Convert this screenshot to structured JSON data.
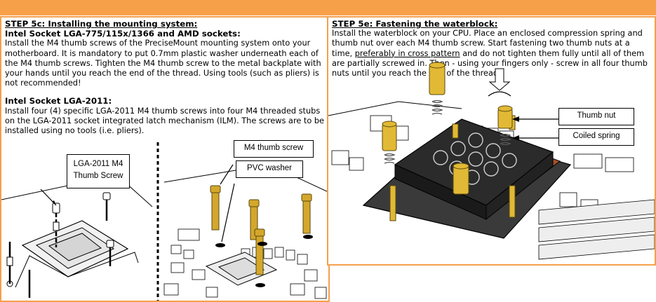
{
  "left": {
    "step_title": "STEP 5c: Installing the mounting system:",
    "subhead1": "Intel Socket LGA-775/115x/1366 and AMD sockets:",
    "para1": "Install the M4 thumb screws of the PreciseMount mounting system onto your motherboard. It is mandatory to put 0.7mm plastic washer underneath each of the M4 thumb screws. Tighten the M4 thumb screw to the metal backplate with your hands until you reach the end of the thread. Using tools (such as pliers) is not recommended!",
    "subhead2": "Intel Socket LGA-2011:",
    "para2": "Install four (4) specific LGA-2011 M4 thumb screws into four M4 threaded stubs on the LGA-2011 socket integrated latch mechanism (ILM). The screws are to be installed using no tools (i.e. pliers).",
    "callouts": {
      "lga2011_line1": "LGA-2011 M4",
      "lga2011_line2": "Thumb Screw",
      "m4_thumb_screw": "M4 thumb screw",
      "pvc_washer": "PVC washer"
    }
  },
  "right": {
    "step_title": "STEP 5e: Fastening the waterblock:",
    "para_a": "Install the waterblock on your CPU. Place an enclosed compression spring and thumb nut over each M4 thumb screw. Start fastening two thumb nuts at a time, ",
    "para_underlined": "preferably in cross pattern",
    "para_b": " and do not tighten them fully until all of them are partially screwed in. Then - using your fingers only - screw in all four thumb nuts until you reach the end of the thread.",
    "callouts": {
      "thumb_nut": "Thumb nut",
      "coiled_spring": "Coiled spring"
    }
  },
  "colors": {
    "accent": "#f5a04c",
    "brass": "#c9a227",
    "waterblock": "#2b2b2b"
  }
}
